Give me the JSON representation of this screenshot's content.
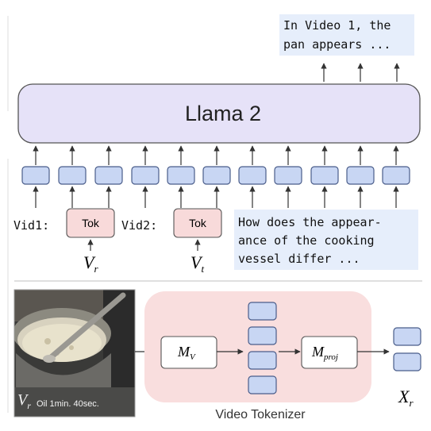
{
  "llm_label": "Llama 2",
  "output_text": [
    "In Video 1, the",
    "pan appears ..."
  ],
  "prompt_text": [
    "How does the appear-",
    "ance of the cooking",
    "vessel differ ..."
  ],
  "vid1_label": "Vid1:",
  "vid2_label": "Vid2:",
  "tok_label": "Tok",
  "vr_label": "V",
  "vr_sub": "r",
  "vt_label": "V",
  "vt_sub": "t",
  "frame_caption": "Oil 1min. 40sec.",
  "mv_label": "M",
  "mv_sub": "V",
  "mproj_label": "M",
  "mproj_sub": "proj",
  "xr_label": "X",
  "xr_sub": "r",
  "tokenizer_caption": "Video Tokenizer",
  "colors": {
    "llm_fill": "#e6e2f8",
    "token_fill": "#c8d6f3",
    "tok_fill": "#f8dada",
    "tokenizer_bg": "#f9dede",
    "text_panel": "#e6eefb"
  }
}
